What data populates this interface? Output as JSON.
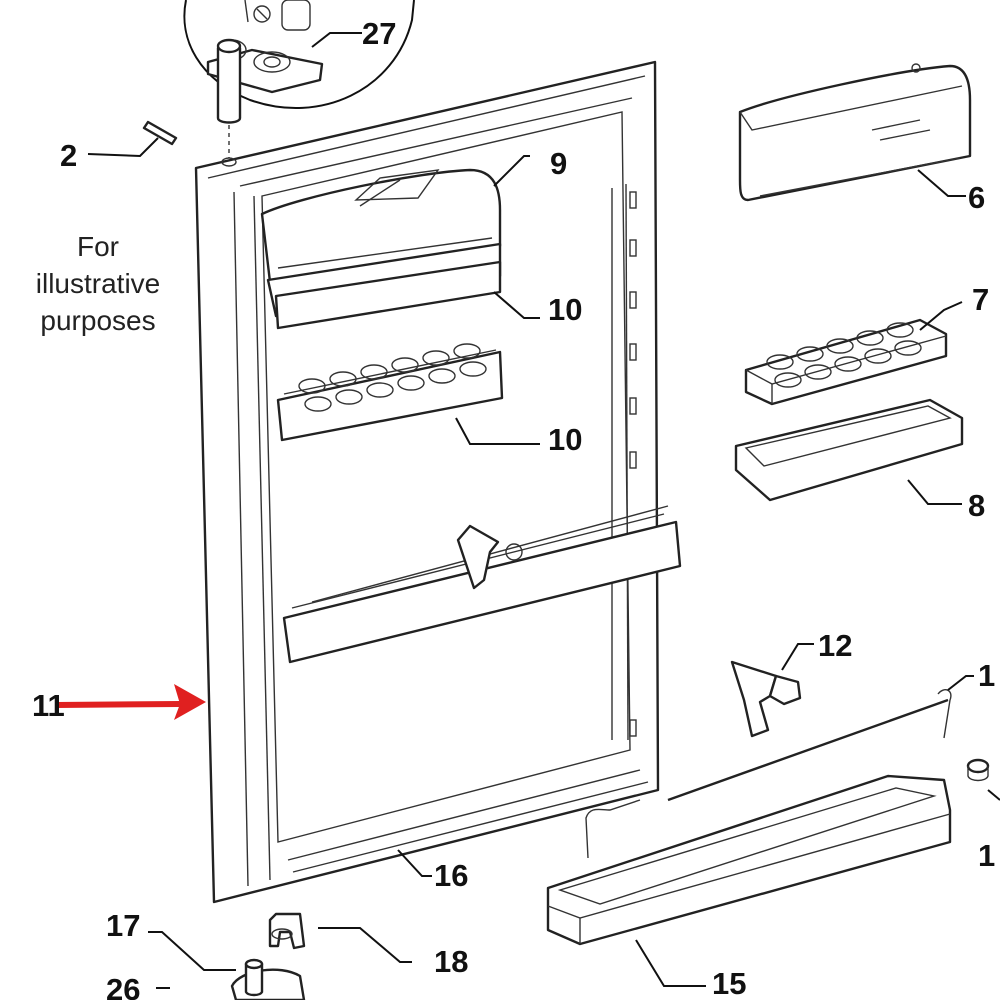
{
  "note": {
    "lines": [
      "For",
      "illustrative",
      "purposes"
    ]
  },
  "labels": {
    "p27": "27",
    "p2": "2",
    "p9": "9",
    "p6": "6",
    "p10a": "10",
    "p10b": "10",
    "p7": "7",
    "p8": "8",
    "p12": "12",
    "p1a": "1",
    "p11": "11",
    "p1b": "1",
    "p16": "16",
    "p17": "17",
    "p18": "18",
    "p26": "26",
    "p15": "15"
  },
  "colors": {
    "pointer_arrow": "#e02020",
    "line_art": "#222222"
  }
}
